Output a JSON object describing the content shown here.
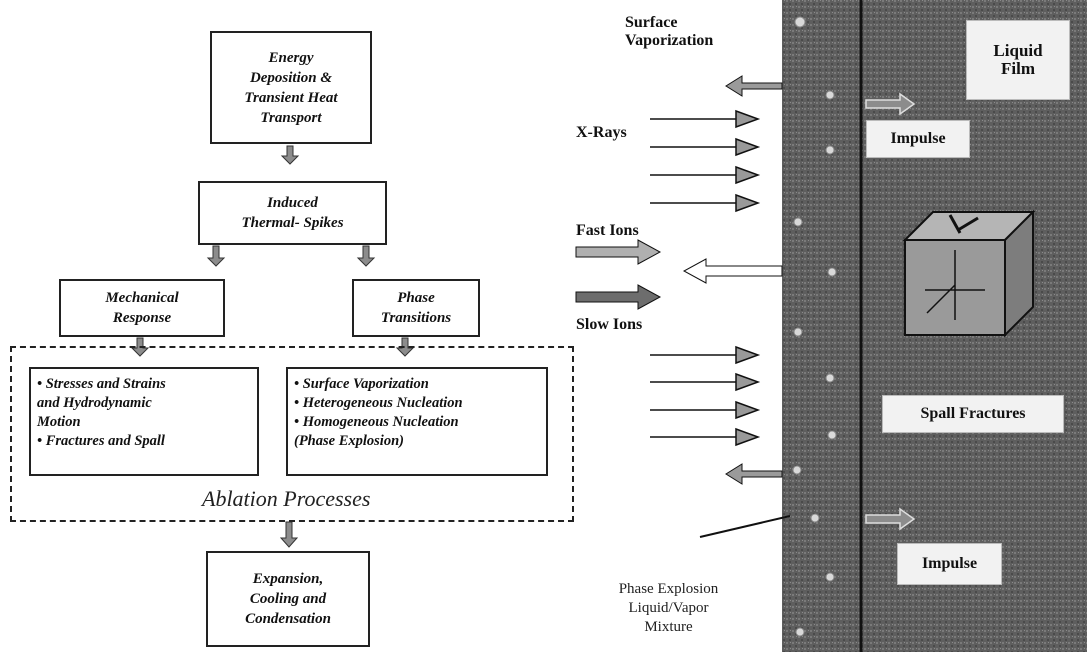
{
  "flowchart": {
    "energy_deposition": "Energy\nDeposition &\nTransient Heat\nTransport",
    "thermal_spikes": "Induced\nThermal- Spikes",
    "mechanical_response": "Mechanical\nResponse",
    "phase_transitions": "Phase\nTransitions",
    "mechanical_effects": [
      "• Stresses and Strains",
      "  and Hydrodynamic",
      "  Motion",
      "• Fractures and Spall"
    ],
    "phase_effects": [
      "• Surface Vaporization",
      "• Heterogeneous Nucleation",
      "• Homogeneous Nucleation",
      "  (Phase Explosion)"
    ],
    "ablation_caption": "Ablation Processes",
    "expansion": "Expansion,\nCooling and\nCondensation"
  },
  "illustration": {
    "surface_vaporization": "Surface\nVaporization",
    "x_rays": "X-Rays",
    "fast_ions": "Fast Ions",
    "slow_ions": "Slow Ions",
    "liquid_film": "Liquid\nFilm",
    "impulse_top": "Impulse",
    "spall_fractures": "Spall Fractures",
    "impulse_bottom": "Impulse",
    "phase_explosion": "Phase Explosion\nLiquid/Vapor\nMixture"
  },
  "colors": {
    "wall": "#5a5a5a",
    "arrow_fill": "#8c8c8c",
    "line": "#222222"
  }
}
